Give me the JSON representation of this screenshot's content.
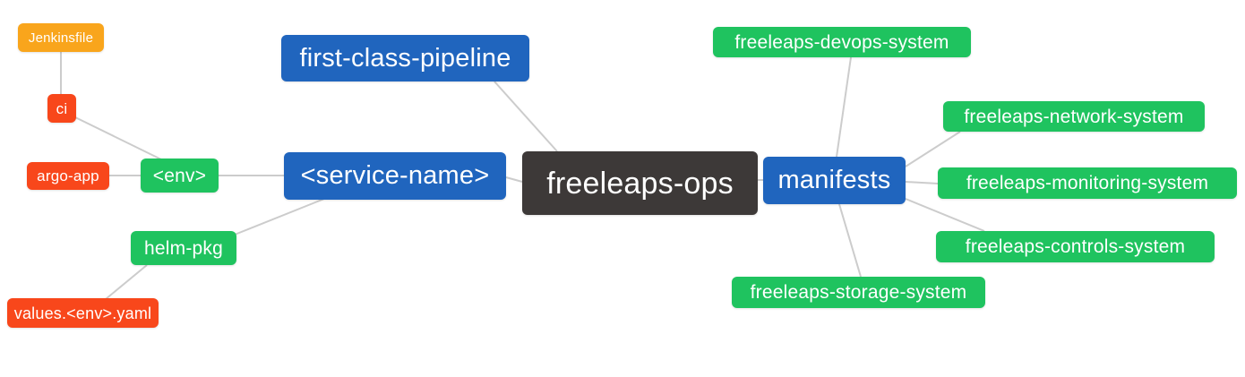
{
  "palette": {
    "blue": "#2065BE",
    "green": "#1FC35F",
    "orange": "#F9A51C",
    "red": "#F8471B",
    "dark": "#3D3938",
    "edge": "#CCCCCC",
    "text": "#FFFFFF"
  },
  "nodes": {
    "freeleaps_ops": {
      "label": "freeleaps-ops"
    },
    "first_class_pipeline": {
      "label": "first-class-pipeline"
    },
    "service_name": {
      "label": "<service-name>"
    },
    "manifests": {
      "label": "manifests"
    },
    "env": {
      "label": "<env>"
    },
    "helm_pkg": {
      "label": "helm-pkg"
    },
    "ci": {
      "label": "ci"
    },
    "argo_app": {
      "label": "argo-app"
    },
    "jenkinsfile": {
      "label": "Jenkinsfile"
    },
    "values_env_yaml": {
      "label": "values.<env>.yaml"
    },
    "devops_system": {
      "label": "freeleaps-devops-system"
    },
    "network_system": {
      "label": "freeleaps-network-system"
    },
    "monitoring_system": {
      "label": "freeleaps-monitoring-system"
    },
    "controls_system": {
      "label": "freeleaps-controls-system"
    },
    "storage_system": {
      "label": "freeleaps-storage-system"
    }
  },
  "edges": [
    {
      "from": "freeleaps_ops",
      "to": "first_class_pipeline"
    },
    {
      "from": "freeleaps_ops",
      "to": "service_name"
    },
    {
      "from": "freeleaps_ops",
      "to": "manifests"
    },
    {
      "from": "service_name",
      "to": "env"
    },
    {
      "from": "service_name",
      "to": "helm_pkg"
    },
    {
      "from": "env",
      "to": "ci"
    },
    {
      "from": "env",
      "to": "argo_app"
    },
    {
      "from": "ci",
      "to": "jenkinsfile"
    },
    {
      "from": "helm_pkg",
      "to": "values_env_yaml"
    },
    {
      "from": "manifests",
      "to": "devops_system"
    },
    {
      "from": "manifests",
      "to": "network_system"
    },
    {
      "from": "manifests",
      "to": "monitoring_system"
    },
    {
      "from": "manifests",
      "to": "controls_system"
    },
    {
      "from": "manifests",
      "to": "storage_system"
    }
  ]
}
